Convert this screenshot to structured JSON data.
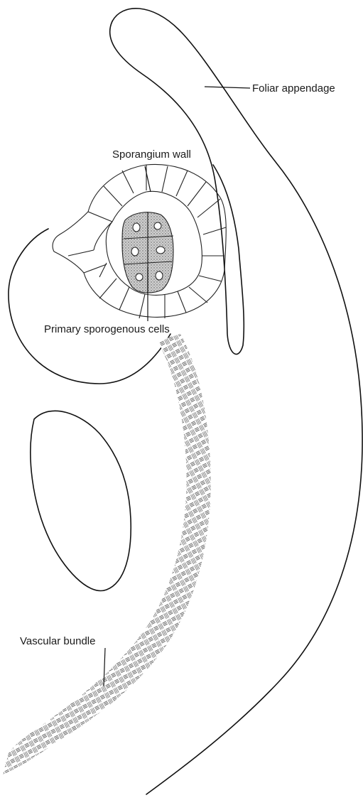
{
  "labels": {
    "foliar_appendage": "Foliar appendage",
    "sporangium_wall": "Sporangium wall",
    "primary_sporogenous_cells": "Primary sporogenous cells",
    "vascular_bundle": "Vascular bundle"
  },
  "colors": {
    "line": "#111111",
    "sporogenous_fill": "#b8b8b8",
    "vascular_hatch": "#555555",
    "background": "#ffffff"
  }
}
